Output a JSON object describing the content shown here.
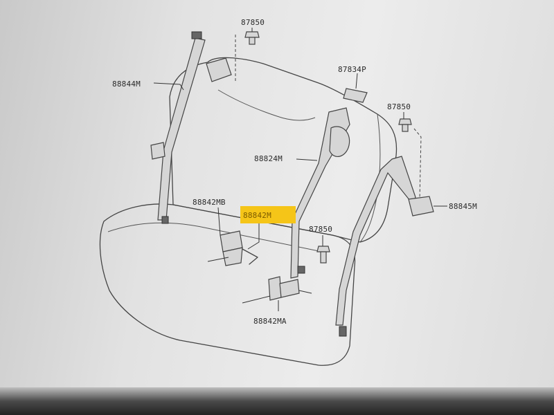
{
  "labels": {
    "bolt_top": "87850",
    "belt_left": "88844M",
    "clip": "87834P",
    "bolt_right": "87850",
    "belt_center": "88824M",
    "buckle_left": "88842MB",
    "buckle_center": "88842M",
    "bolt_center": "87850",
    "belt_right": "88845M",
    "buckle_lower": "88842MA"
  },
  "colors": {
    "highlight": "#f5c518"
  }
}
